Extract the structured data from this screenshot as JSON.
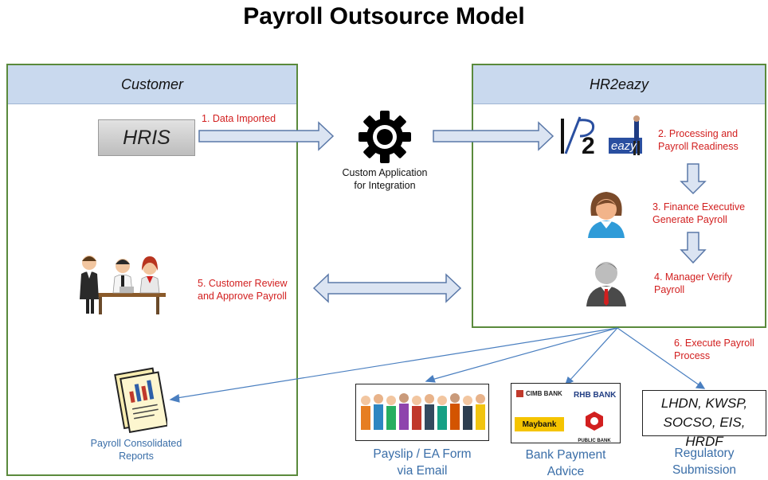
{
  "title": "Payroll Outsource Model",
  "customer": {
    "label": "Customer",
    "hris": "HRIS"
  },
  "provider": {
    "label": "HR2eazy",
    "logo_h": "H",
    "logo_r": "R",
    "logo_2": "2",
    "logo_eazy": "eazy"
  },
  "integration": {
    "line1": "Custom Application",
    "line2": "for Integration",
    "icon": "gear-icon"
  },
  "steps": {
    "s1": "1. Data Imported",
    "s2_l1": "2. Processing and",
    "s2_l2": "Payroll Readiness",
    "s3_l1": "3. Finance Executive",
    "s3_l2": "Generate Payroll",
    "s4_l1": "4. Manager Verify",
    "s4_l2": "Payroll",
    "s5_l1": "5. Customer Review",
    "s5_l2": "and Approve Payroll",
    "s6_l1": "6. Execute Payroll",
    "s6_l2": "Process"
  },
  "outputs": {
    "reports_l1": "Payroll Consolidated",
    "reports_l2": "Reports",
    "payslip_l1": "Payslip / EA Form",
    "payslip_l2": "via Email",
    "bank_l1": "Bank Payment",
    "bank_l2": "Advice",
    "reg_l1": "Regulatory",
    "reg_l2": "Submission"
  },
  "banks": {
    "cimb": "CIMB BANK",
    "rhb": "RHB BANK",
    "maybank": "Maybank",
    "public": "PUBLIC BANK"
  },
  "regulatory": {
    "line1": "LHDN, KWSP,",
    "line2": "SOCSO, EIS, HRDF"
  },
  "colors": {
    "step_text": "#d21f1f",
    "panel_border": "#5a8a3c",
    "header_fill": "#c9d9ee",
    "arrow_fill": "#dbe4f2",
    "arrow_stroke": "#5a78a8",
    "line_blue": "#4a7fc0"
  }
}
